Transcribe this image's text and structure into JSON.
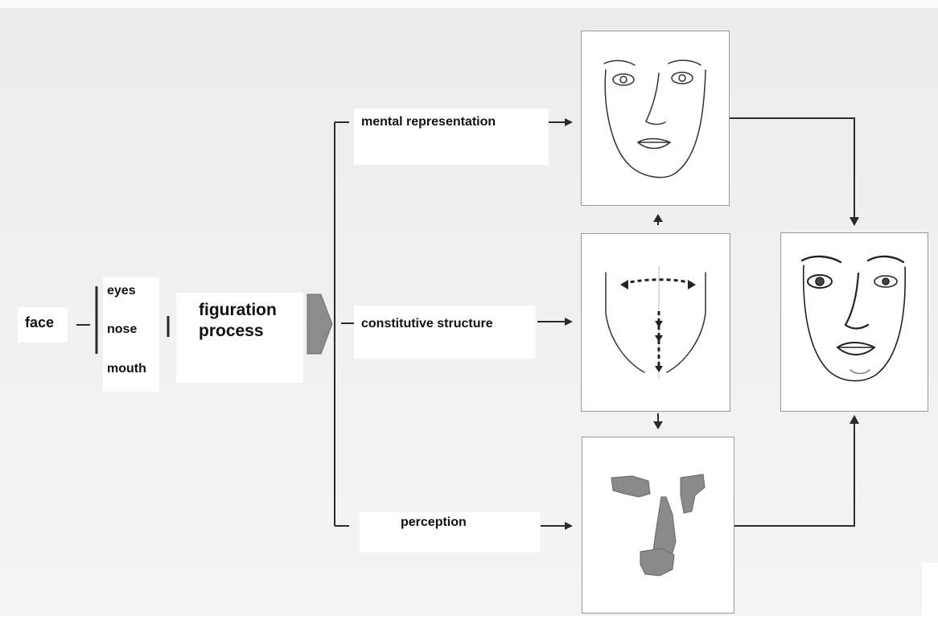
{
  "labels": {
    "face": "face",
    "eyes": "eyes",
    "nose": "nose",
    "mouth": "mouth",
    "figuration_line1": "figuration",
    "figuration_line2": "process",
    "mental_representation": "mental representation",
    "constitutive_structure": "constitutive structure",
    "perception": "perception"
  },
  "colors": {
    "line": "#2b2b2b",
    "arrow_block": "#8c8c8c",
    "perception_patch": "#8a8a8a"
  }
}
